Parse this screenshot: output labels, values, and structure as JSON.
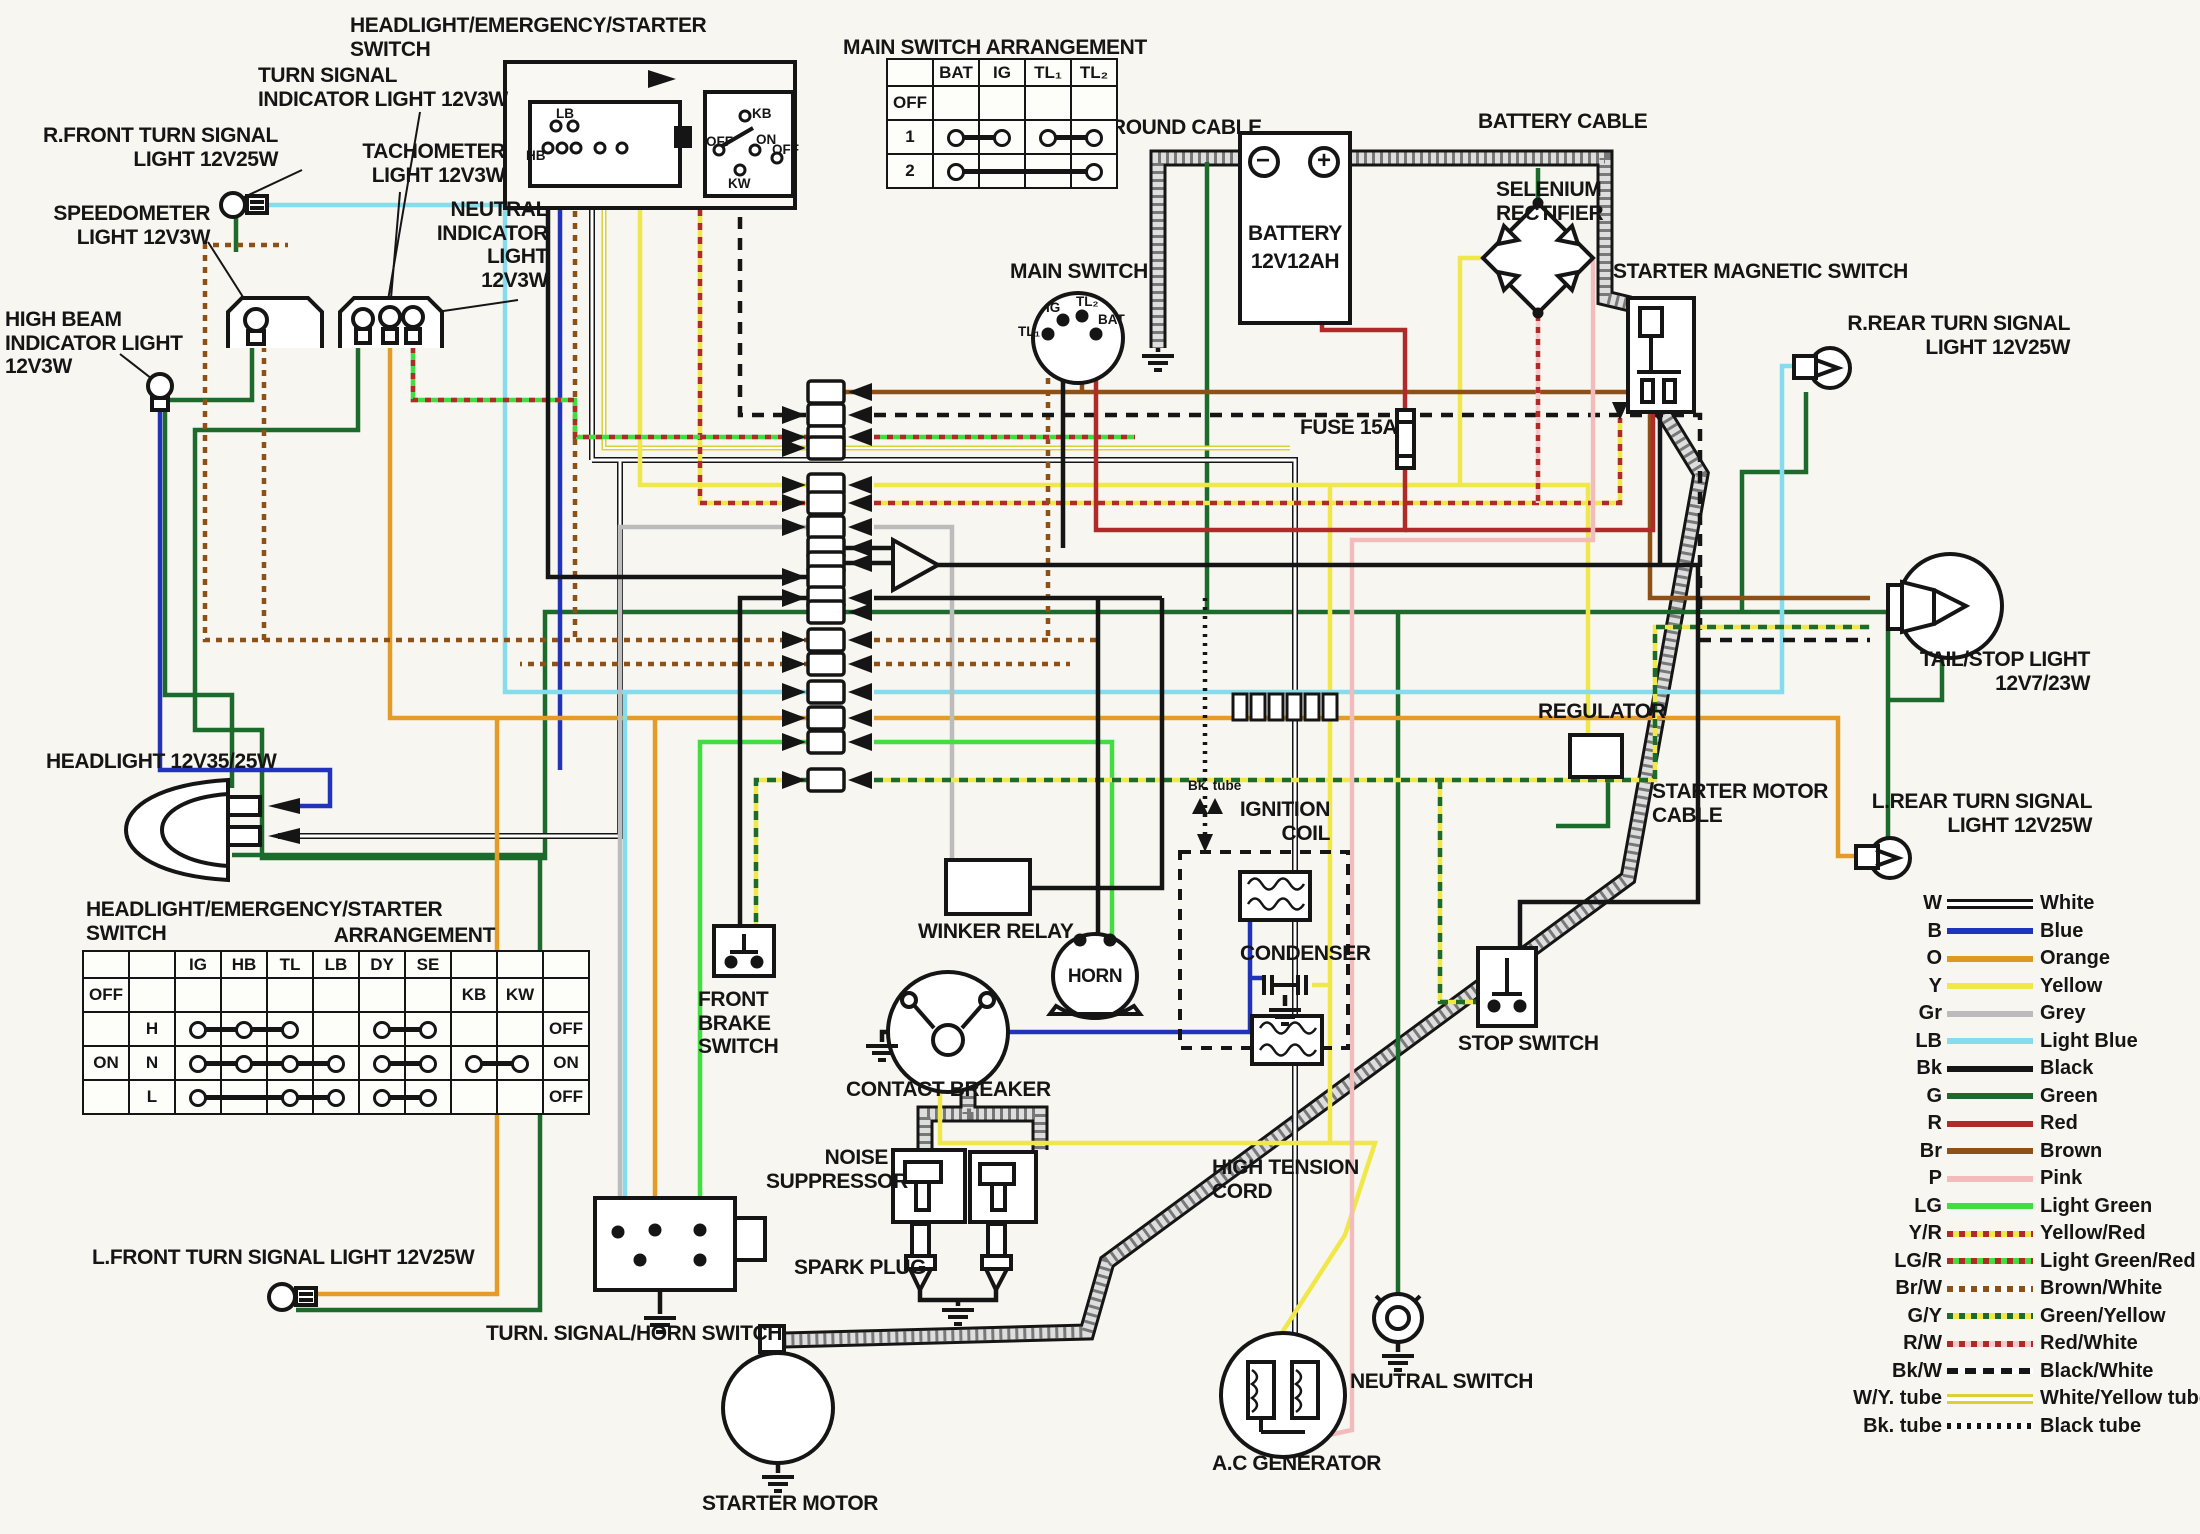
{
  "labels": {
    "hes_switch": "HEADLIGHT/EMERGENCY/STARTER SWITCH",
    "turn_signal_indicator": "TURN SIGNAL\nINDICATOR LIGHT 12V3W",
    "r_front_turn_signal": "R.FRONT TURN SIGNAL\nLIGHT 12V25W",
    "tachometer_light": "TACHOMETER\nLIGHT 12V3W",
    "speedometer_light": "SPEEDOMETER\nLIGHT 12V3W",
    "neutral_indicator": "NEUTRAL\nINDICATOR\nLIGHT\n12V3W",
    "high_beam": "HIGH BEAM\nINDICATOR LIGHT\n12V3W",
    "main_switch_arrangement": "MAIN SWITCH ARRANGEMENT",
    "ground_cable": "GROUND CABLE",
    "battery_cable": "BATTERY CABLE",
    "battery_1": "BATTERY",
    "battery_2": "12V12AH",
    "selenium_rectifier": "SELENIUM\nRECTIFIER",
    "starter_magnetic_switch": "STARTER MAGNETIC SWITCH",
    "r_rear_turn_signal": "R.REAR TURN SIGNAL\nLIGHT 12V25W",
    "main_switch": "MAIN SWITCH",
    "fuse": "FUSE 15A",
    "tail_stop_light": "TAIL/STOP LIGHT\n12V7/23W",
    "starter_motor_cable": "STARTER MOTOR\nCABLE",
    "l_rear_turn_signal": "L.REAR TURN SIGNAL\nLIGHT 12V25W",
    "regulator": "REGULATOR",
    "stop_switch": "STOP SWITCH",
    "headlight": "HEADLIGHT 12V35/25W",
    "hes_arrangement_1": "HEADLIGHT/EMERGENCY/STARTER SWITCH",
    "hes_arrangement_2": "ARRANGEMENT",
    "front_brake_switch": "FRONT\nBRAKE\nSWITCH",
    "winker_relay": "WINKER RELAY",
    "ignition_coil": "IGNITION\nCOIL",
    "bk_tube": "Bk. tube",
    "horn": "HORN",
    "condenser": "CONDENSER",
    "contact_breaker": "CONTACT BREAKER",
    "noise_suppressor": "NOISE\nSUPPRESSOR",
    "high_tension_cord": "HIGH TENSION\nCORD",
    "spark_plug": "SPARK PLUG",
    "l_front_turn_signal": "L.FRONT TURN SIGNAL LIGHT 12V25W",
    "turn_signal_horn_switch": "TURN. SIGNAL/HORN SWITCH",
    "starter_motor": "STARTER MOTOR",
    "ac_generator": "A.C GENERATOR",
    "neutral_switch": "NEUTRAL SWITCH"
  },
  "terminals": {
    "hb": "HB",
    "lb": "LB",
    "kb": "KB",
    "kw": "KW",
    "off": "OFF",
    "on": "ON",
    "off2": "OFF",
    "tl1": "TL₁",
    "ig": "IG",
    "tl2": "TL₂",
    "bat": "BAT",
    "minus": "−",
    "plus": "+"
  },
  "tables": {
    "main_switch": {
      "cols": [
        "",
        "BAT",
        "IG",
        "TL₁",
        "TL₂"
      ],
      "rows": [
        [
          "OFF",
          "",
          "",
          "",
          ""
        ],
        [
          "1",
          "#cr",
          "#cl",
          "#cr",
          "#cl"
        ],
        [
          "2",
          "#cr",
          "#lr",
          "#lr",
          "#cl"
        ]
      ]
    },
    "hes": {
      "cols": [
        "",
        "",
        "IG",
        "HB",
        "TL",
        "LB",
        "DY",
        "SE",
        "",
        "",
        ""
      ],
      "rows": [
        [
          "OFF",
          "",
          "",
          "",
          "",
          "",
          "",
          "",
          "KB",
          "KW",
          ""
        ],
        [
          "",
          "H",
          "#cr",
          "#clr",
          "#cl",
          "",
          "#cr",
          "#cl",
          "",
          "",
          "OFF"
        ],
        [
          "ON",
          "N",
          "#cr",
          "#clr",
          "#clr",
          "#cl",
          "#cr",
          "#cl",
          "#cr",
          "#cl",
          "ON"
        ],
        [
          "",
          "L",
          "#cr",
          "#lr",
          "#clr",
          "#cl",
          "#cr",
          "#cl",
          "",
          "",
          "OFF"
        ]
      ]
    }
  },
  "legend": {
    "items": [
      {
        "code": "W",
        "label": "White",
        "color": "#151515",
        "style": "outline"
      },
      {
        "code": "B",
        "label": "Blue",
        "color": "#2233bb"
      },
      {
        "code": "O",
        "label": "Orange",
        "color": "#dd9922"
      },
      {
        "code": "Y",
        "label": "Yellow",
        "color": "#f0e84a"
      },
      {
        "code": "Gr",
        "label": "Grey",
        "color": "#bbbbbb"
      },
      {
        "code": "LB",
        "label": "Light Blue",
        "color": "#85dcec"
      },
      {
        "code": "Bk",
        "label": "Black",
        "color": "#151515"
      },
      {
        "code": "G",
        "label": "Green",
        "color": "#1c6b2c"
      },
      {
        "code": "R",
        "label": "Red",
        "color": "#b02a2a"
      },
      {
        "code": "Br",
        "label": "Brown",
        "color": "#8f5016"
      },
      {
        "code": "P",
        "label": "Pink",
        "color": "#f2bcbc"
      },
      {
        "code": "LG",
        "label": "Light Green",
        "color": "#41dd41"
      },
      {
        "code": "Y/R",
        "label": "Yellow/Red",
        "color": "#f0e84a",
        "dash": "#b02a2a"
      },
      {
        "code": "LG/R",
        "label": "Light Green/Red",
        "color": "#41dd41",
        "dash": "#b02a2a"
      },
      {
        "code": "Br/W",
        "label": "Brown/White",
        "color": "#ffffff",
        "dash": "#8f5016"
      },
      {
        "code": "G/Y",
        "label": "Green/Yellow",
        "color": "#f0e84a",
        "dash": "#1c6b2c"
      },
      {
        "code": "R/W",
        "label": "Red/White",
        "color": "#f6caca",
        "dash": "#b02a2a"
      },
      {
        "code": "Bk/W",
        "label": "Black/White",
        "color": "#ffffff",
        "dash": "#151515",
        "seg": [
          11,
          7
        ]
      },
      {
        "code": "W/Y. tube",
        "label": "White/Yellow tube",
        "color": "#d8d23a",
        "style": "outline"
      },
      {
        "code": "Bk. tube",
        "label": "Black tube",
        "color": "#ffffff",
        "dash": "#151515",
        "seg": [
          4,
          6
        ]
      }
    ]
  }
}
